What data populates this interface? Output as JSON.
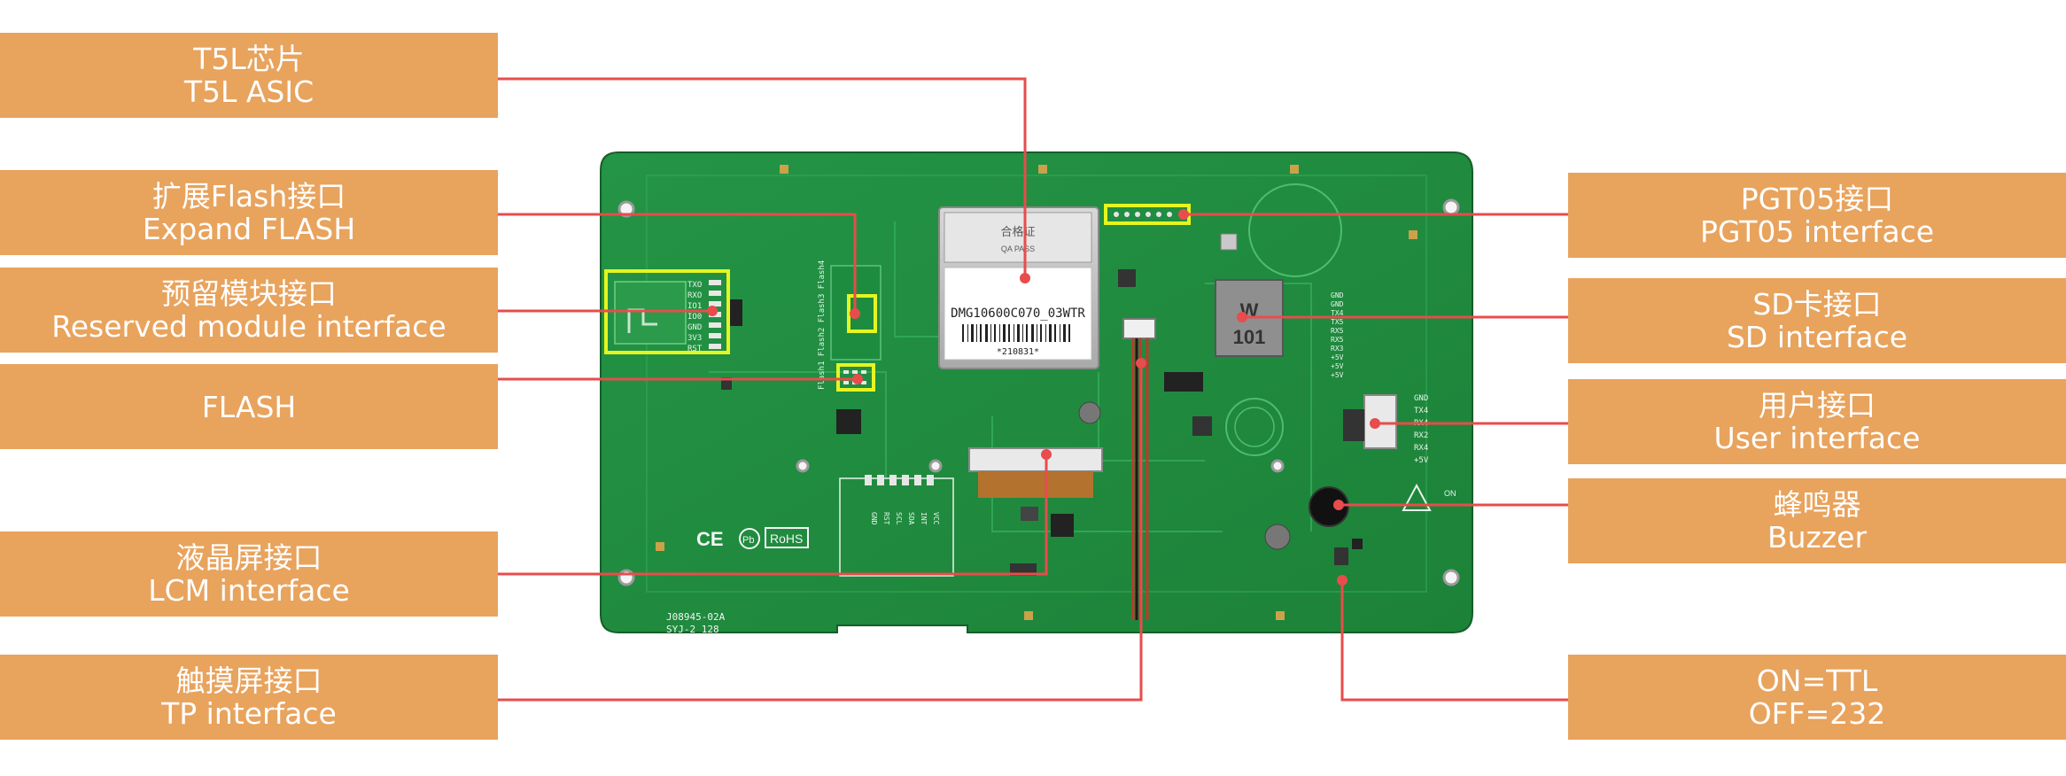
{
  "labels": {
    "t5l": {
      "cn": "T5L芯片",
      "en": "T5L ASIC"
    },
    "expand_flash": {
      "cn": "扩展Flash接口",
      "en": "Expand FLASH"
    },
    "reserved_module": {
      "cn": "预留模块接口",
      "en": "Reserved module interface"
    },
    "flash": {
      "en": "FLASH"
    },
    "lcm": {
      "cn": "液晶屏接口",
      "en": "LCM interface"
    },
    "tp": {
      "cn": "触摸屏接口",
      "en": "TP interface"
    },
    "pgt05": {
      "cn": "PGT05接口",
      "en": "PGT05 interface"
    },
    "sd": {
      "cn": "SD卡接口",
      "en": "SD  interface"
    },
    "user": {
      "cn": "用户接口",
      "en": "User interface"
    },
    "buzzer": {
      "cn": "蜂鸣器",
      "en": "Buzzer"
    },
    "switch": {
      "cn": "ON=TTL",
      "en": "OFF=232"
    }
  },
  "board": {
    "chip_model": "DMG10600C070_03WTR",
    "chip_cert": "合格证",
    "chip_pass": "QA PASS",
    "chip_code": "*210831*",
    "pcb_code1": "J08945-02A",
    "pcb_code2": "SYJ-2 128",
    "ce_mark": "CE",
    "pb_mark": "Pb",
    "rohs_mark": "RoHS",
    "reserved_pins": [
      "TXO",
      "RXO",
      "IO1",
      "IO0",
      "GND",
      "3V3",
      "RST"
    ],
    "user_pins": [
      "GND",
      "TX4",
      "RX4",
      "RX2",
      "RX4",
      "+5V"
    ],
    "sd_side_pins": [
      "GND",
      "GND",
      "TX4",
      "TX5",
      "RX5",
      "RX5",
      "RX3",
      "+5V",
      "+5V",
      "+5V"
    ],
    "sd_mark1": "W",
    "sd_mark2": "101",
    "lcm_pins": [
      "GND",
      "RST",
      "SCL",
      "SDA",
      "INT",
      "VCC"
    ],
    "flash_silk": "Flash1 Flash2 Flash3 Flash4",
    "on_mark": "ON"
  },
  "colors": {
    "label_bg": "#E8A35D",
    "leader": "#E84C4C",
    "pcb": "#1E8A3C",
    "highlight": "#E5F51F"
  }
}
